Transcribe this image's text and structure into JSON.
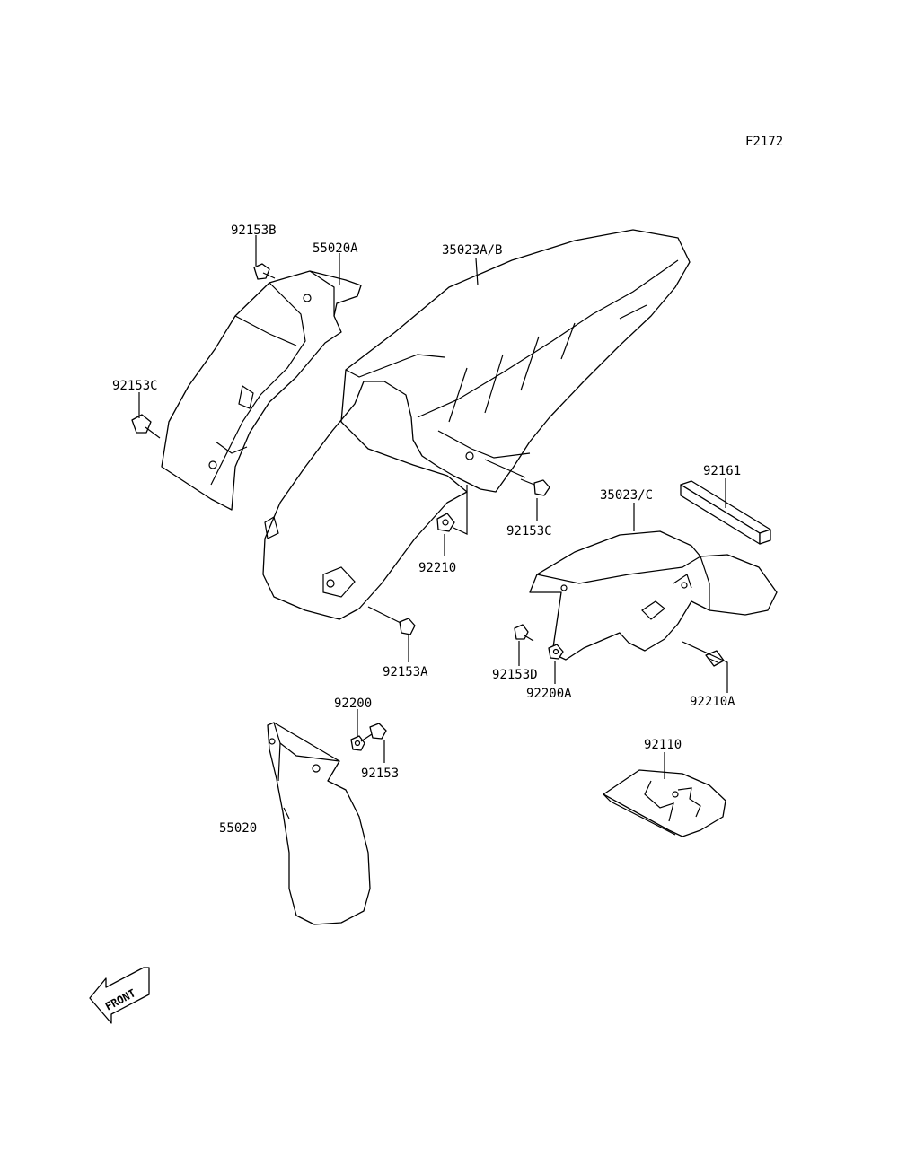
{
  "figure_code": "F2172",
  "front_arrow_text": "FRONT",
  "parts": {
    "p92153B": "92153B",
    "p55020A": "55020A",
    "p35023AB": "35023A/B",
    "p92153C_left": "92153C",
    "p92161": "92161",
    "p35023C": "35023/C",
    "p92153C_mid": "92153C",
    "p92210": "92210",
    "p92153A": "92153A",
    "p92153D": "92153D",
    "p92200A": "92200A",
    "p92210A": "92210A",
    "p92200": "92200",
    "p92153": "92153",
    "p92110": "92110",
    "p55020": "55020"
  }
}
